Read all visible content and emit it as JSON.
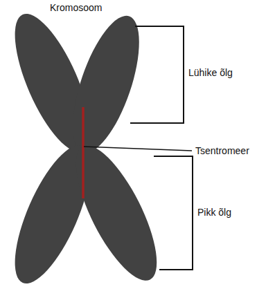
{
  "diagram": {
    "title": "Kromosoom",
    "labels": [
      "Lühike õlg",
      "Tsentromeer",
      "Pikk õlg"
    ]
  }
}
